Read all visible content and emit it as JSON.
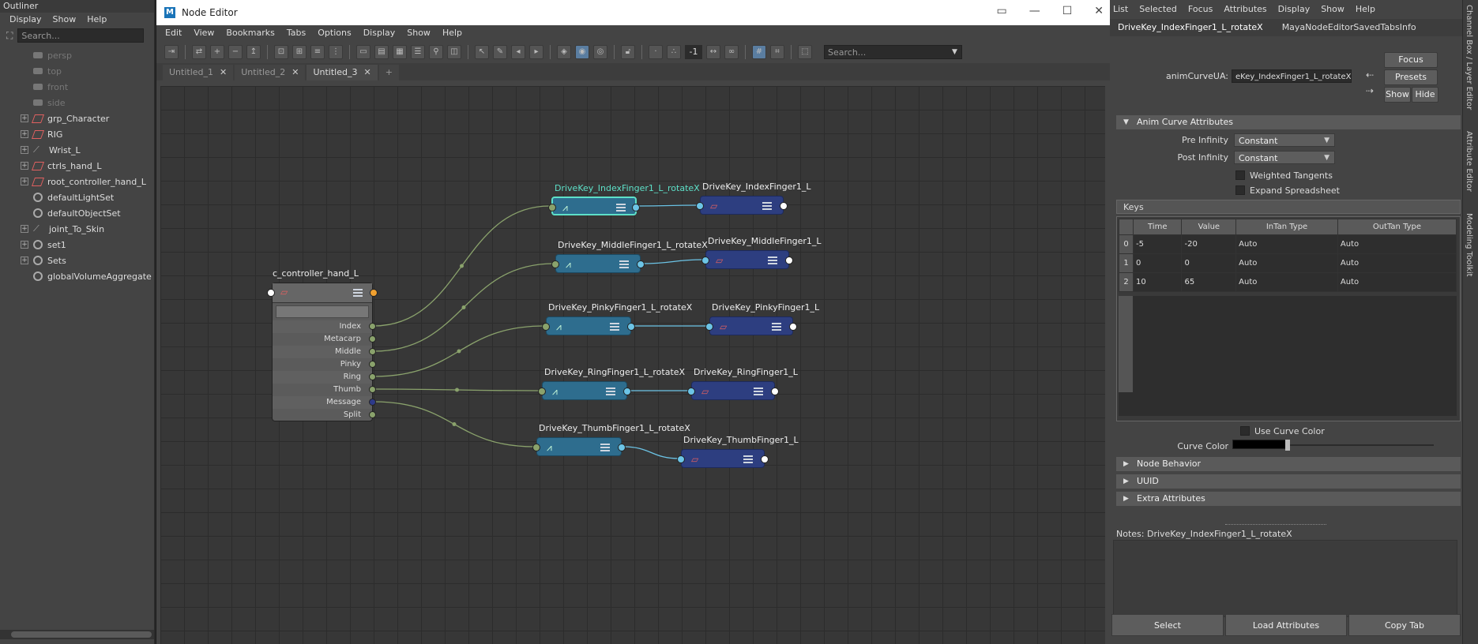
{
  "outliner": {
    "title": "Outliner",
    "menu": [
      "Display",
      "Show",
      "Help"
    ],
    "search_placeholder": "Search...",
    "items": [
      {
        "label": "persp",
        "icon": "camera-icon",
        "dim": true,
        "expand": false
      },
      {
        "label": "top",
        "icon": "camera-icon",
        "dim": true,
        "expand": false
      },
      {
        "label": "front",
        "icon": "camera-icon",
        "dim": true,
        "expand": false
      },
      {
        "label": "side",
        "icon": "camera-icon",
        "dim": true,
        "expand": false
      },
      {
        "label": "grp_Character",
        "icon": "transform-icon",
        "dim": false,
        "expand": true
      },
      {
        "label": "RIG",
        "icon": "transform-icon",
        "dim": false,
        "expand": true
      },
      {
        "label": "Wrist_L",
        "icon": "joint-icon",
        "dim": false,
        "expand": true
      },
      {
        "label": "ctrls_hand_L",
        "icon": "transform-icon",
        "dim": false,
        "expand": true
      },
      {
        "label": "root_controller_hand_L",
        "icon": "transform-icon",
        "dim": false,
        "expand": true
      },
      {
        "label": "defaultLightSet",
        "icon": "set-icon",
        "dim": false,
        "expand": false
      },
      {
        "label": "defaultObjectSet",
        "icon": "set-icon",
        "dim": false,
        "expand": false
      },
      {
        "label": "joint_To_Skin",
        "icon": "joint-icon",
        "dim": false,
        "expand": true
      },
      {
        "label": "set1",
        "icon": "set-icon",
        "dim": false,
        "expand": true
      },
      {
        "label": "Sets",
        "icon": "set-icon",
        "dim": false,
        "expand": true
      },
      {
        "label": "globalVolumeAggregate",
        "icon": "set-icon",
        "dim": false,
        "expand": false
      }
    ]
  },
  "node_editor": {
    "title": "Node Editor",
    "menu": [
      "Edit",
      "View",
      "Bookmarks",
      "Tabs",
      "Options",
      "Display",
      "Show",
      "Help"
    ],
    "toolbar_number": "-1",
    "search_placeholder": "Search...",
    "tabs": [
      {
        "label": "Untitled_1",
        "close": "✕"
      },
      {
        "label": "Untitled_2",
        "close": "✕"
      },
      {
        "label": "Untitled_3",
        "close": "✕"
      }
    ],
    "add_tab": "+",
    "controller": {
      "label": "c_controller_hand_L",
      "attrs": [
        "Index",
        "Metacarp",
        "Middle",
        "Pinky",
        "Ring",
        "Thumb",
        "Message",
        "Split"
      ]
    },
    "anim_nodes": [
      {
        "label": "DriveKey_IndexFinger1_L_rotateX",
        "selected": true
      },
      {
        "label": "DriveKey_MiddleFinger1_L_rotateX",
        "selected": false
      },
      {
        "label": "DriveKey_PinkyFinger1_L_rotateX",
        "selected": false
      },
      {
        "label": "DriveKey_RingFinger1_L_rotateX",
        "selected": false
      },
      {
        "label": "DriveKey_ThumbFinger1_L_rotateX",
        "selected": false
      }
    ],
    "xf_nodes": [
      {
        "label": "DriveKey_IndexFinger1_L"
      },
      {
        "label": "DriveKey_MiddleFinger1_L"
      },
      {
        "label": "DriveKey_PinkyFinger1_L"
      },
      {
        "label": "DriveKey_RingFinger1_L"
      },
      {
        "label": "DriveKey_ThumbFinger1_L"
      }
    ]
  },
  "right_menu": [
    "List",
    "Selected",
    "Focus",
    "Attributes",
    "Display",
    "Show",
    "Help"
  ],
  "attribute_editor": {
    "tabs": [
      "DriveKey_IndexFinger1_L_rotateX",
      "MayaNodeEditorSavedTabsInfo"
    ],
    "field_label": "animCurveUA:",
    "field_value": "eKey_IndexFinger1_L_rotateX",
    "focus": "Focus",
    "presets": "Presets",
    "show": "Show",
    "hide": "Hide",
    "section_anim": "Anim Curve Attributes",
    "pre_infinity_label": "Pre Infinity",
    "pre_infinity": "Constant",
    "post_infinity_label": "Post Infinity",
    "post_infinity": "Constant",
    "weighted_tangents": "Weighted Tangents",
    "expand_spreadsheet": "Expand Spreadsheet",
    "keys_label": "Keys",
    "keys_columns": [
      "Time",
      "Value",
      "InTan Type",
      "OutTan Type"
    ],
    "keys_rows": [
      {
        "idx": "0",
        "time": "-5",
        "value": "-20",
        "in": "Auto",
        "out": "Auto"
      },
      {
        "idx": "1",
        "time": "0",
        "value": "0",
        "in": "Auto",
        "out": "Auto"
      },
      {
        "idx": "2",
        "time": "10",
        "value": "65",
        "in": "Auto",
        "out": "Auto"
      }
    ],
    "use_curve_color": "Use Curve Color",
    "curve_color_label": "Curve Color",
    "curve_color_value": "#000000",
    "section_node_behavior": "Node Behavior",
    "section_uuid": "UUID",
    "section_extra": "Extra Attributes",
    "notes_label": "Notes:  DriveKey_IndexFinger1_L_rotateX",
    "select_btn": "Select",
    "load_btn": "Load Attributes",
    "copy_btn": "Copy Tab"
  },
  "side_tabs": [
    "Channel Box / Layer Editor",
    "Attribute Editor",
    "Modeling Toolkit"
  ],
  "colors": {
    "anim_node": "#2e6d8e",
    "transform_node": "#2d3e80",
    "selected_outline": "#5de0c8",
    "edge": "#8aa26c",
    "edge_cyan": "#6cc4e6"
  }
}
